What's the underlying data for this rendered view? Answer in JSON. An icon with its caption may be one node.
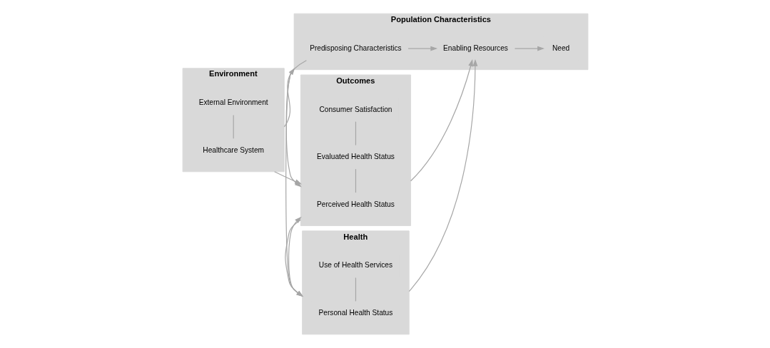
{
  "diagram": {
    "nodes": [
      {
        "text": [
          "Environment"
        ]
      },
      {
        "text": [
          "Healthcare System"
        ],
        "in": 0
      },
      {
        "text": [
          "External Environment"
        ],
        "in": 0
      },
      {
        "text": [
          "Population Characteristics"
        ]
      },
      {
        "text": [
          "Predisposing Characteristics"
        ],
        "in": 3
      },
      {
        "text": [
          "Enabling Resources"
        ],
        "in": 3
      },
      {
        "text": [
          "Need"
        ],
        "in": 3
      },
      {
        "text": [
          "Health"
        ]
      },
      {
        "text": [
          "Personal Health Status"
        ],
        "in": 7
      },
      {
        "text": [
          "Use of Health Services"
        ],
        "in": 7
      },
      {
        "text": [
          "Outcomes"
        ]
      },
      {
        "text": [
          "Perceived Health Status"
        ],
        "in": 10
      },
      {
        "text": [
          "Evaluated Health Status"
        ],
        "in": 10
      },
      {
        "text": [
          "Consumer Satisfaction"
        ],
        "in": 10
      }
    ],
    "edges": [
      {
        "from": 1,
        "to": 2,
        "arrow": "none"
      },
      {
        "from": 4,
        "to": 5,
        "arrow": "to"
      },
      {
        "from": 5,
        "to": 6,
        "arrow": "to"
      },
      {
        "from": 8,
        "to": 9,
        "arrow": "none"
      },
      {
        "from": 11,
        "to": 12,
        "arrow": "none"
      },
      {
        "from": 12,
        "to": 13,
        "arrow": "none"
      },
      {
        "from": 0,
        "to": 3,
        "arrow": "to"
      },
      {
        "from": 3,
        "to": 7,
        "arrow": "to"
      },
      {
        "from": 7,
        "to": 10,
        "arrow": "to"
      },
      {
        "from": 10,
        "to": 7,
        "arrow": "to"
      },
      {
        "from": 10,
        "to": 5,
        "arrow": "to"
      },
      {
        "from": 7,
        "to": 5,
        "arrow": "to"
      },
      {
        "from": 4,
        "to": 10,
        "arrow": "to"
      },
      {
        "from": 0,
        "to": 10,
        "arrow": "to"
      }
    ]
  }
}
